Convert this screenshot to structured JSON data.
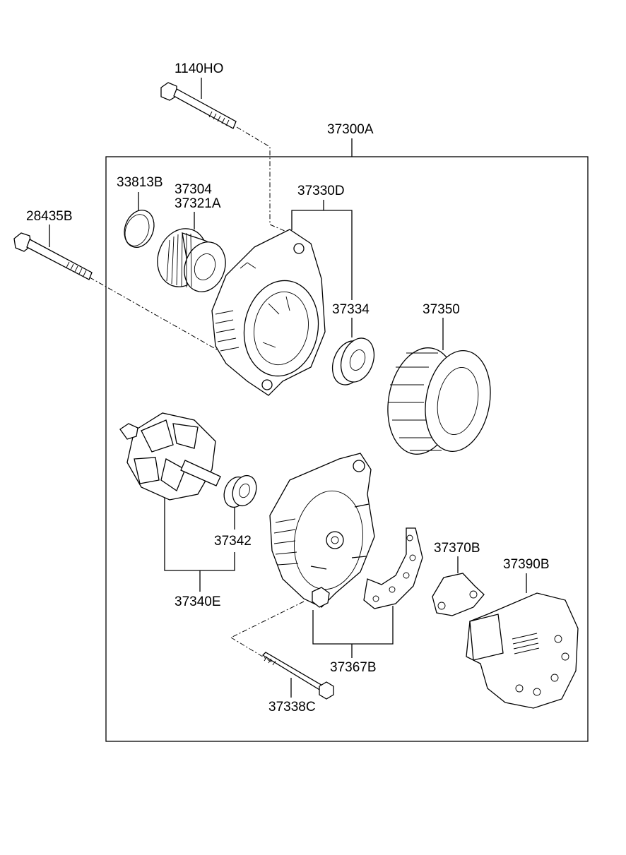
{
  "labels": {
    "l1140ho": "1140HO",
    "l37300a": "37300A",
    "l33813b": "33813B",
    "l37304": "37304",
    "l37321a": "37321A",
    "l37330d": "37330D",
    "l28435b": "28435B",
    "l37334": "37334",
    "l37350": "37350",
    "l37342": "37342",
    "l37340e": "37340E",
    "l37370b": "37370B",
    "l37390b": "37390B",
    "l37367b": "37367B",
    "l37338c": "37338C"
  }
}
